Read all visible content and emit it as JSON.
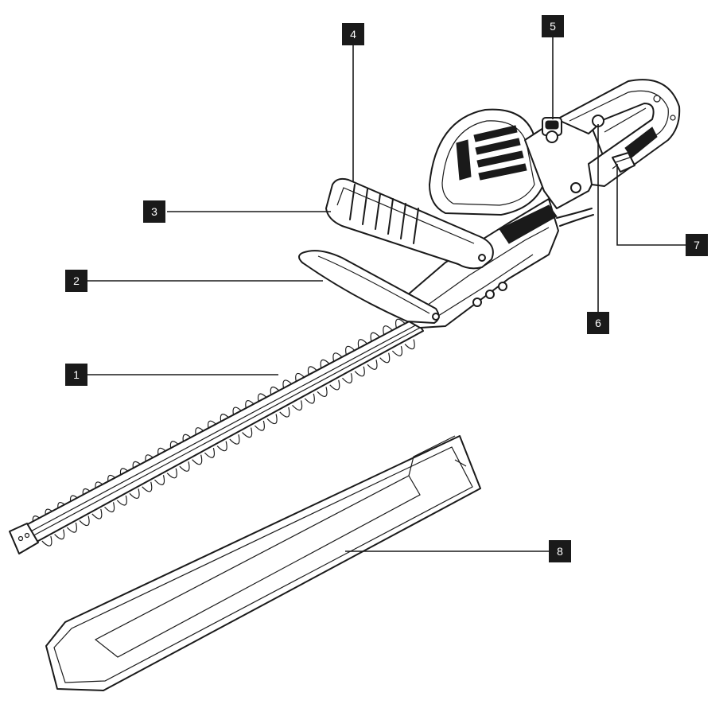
{
  "diagram": {
    "callouts": [
      {
        "id": "1",
        "label": "1"
      },
      {
        "id": "2",
        "label": "2"
      },
      {
        "id": "3",
        "label": "3"
      },
      {
        "id": "4",
        "label": "4"
      },
      {
        "id": "5",
        "label": "5"
      },
      {
        "id": "6",
        "label": "6"
      },
      {
        "id": "7",
        "label": "7"
      },
      {
        "id": "8",
        "label": "8"
      }
    ],
    "colors": {
      "ink": "#1a1a1a",
      "label_bg": "#1a1a1a",
      "label_text": "#ffffff",
      "paper": "#ffffff"
    }
  }
}
